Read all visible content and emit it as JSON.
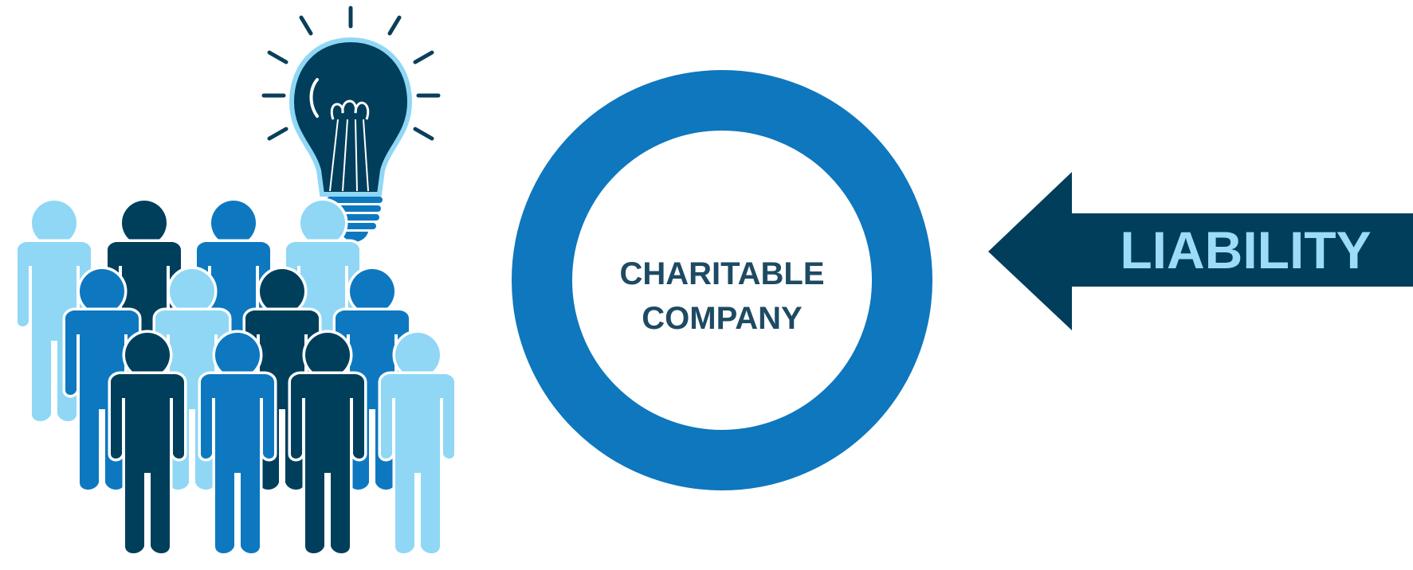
{
  "diagram": {
    "circle_label_line1": "CHARITABLE",
    "circle_label_line2": "COMPANY",
    "arrow_label": "LIABILITY"
  },
  "icons": {
    "people": "people-group-icon",
    "idea": "lightbulb-icon"
  },
  "colors": {
    "dark_navy": "#003f5c",
    "mid_blue": "#0d78c0",
    "light_blue": "#8fd7f5",
    "ring_blue": "#0e77bd",
    "arrow_navy": "#003e5b",
    "arrow_text": "#9ddcf8",
    "circle_text": "#1e4a63"
  }
}
